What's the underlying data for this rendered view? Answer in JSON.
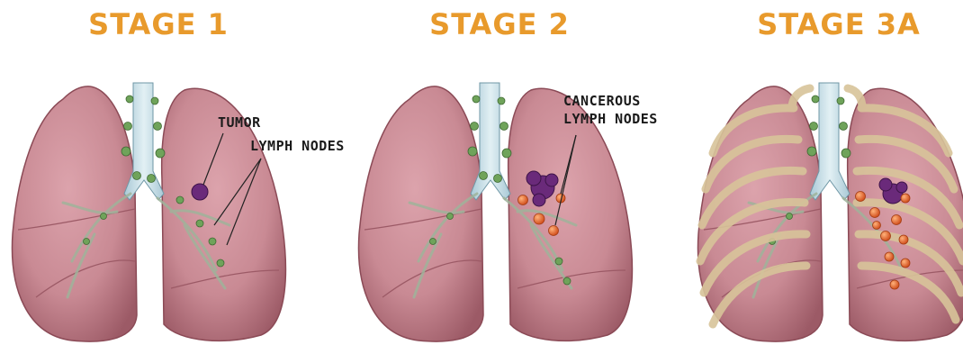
{
  "theme": {
    "title_color": "#e89a2c",
    "lung_color": "#c98a94",
    "tumor_color": "#6a2a7a",
    "lymph_color": "#7fb06a",
    "cancer_node_color": "#e0602a",
    "rib_color": "#d8c49a"
  },
  "stages": [
    {
      "title": "STAGE 1",
      "annotations": [
        "TUMOR",
        "LYMPH NODES"
      ]
    },
    {
      "title": "STAGE 2",
      "annotations": [
        "CANCEROUS",
        "LYMPH NODES"
      ]
    },
    {
      "title": "STAGE 3A",
      "annotations": []
    }
  ]
}
